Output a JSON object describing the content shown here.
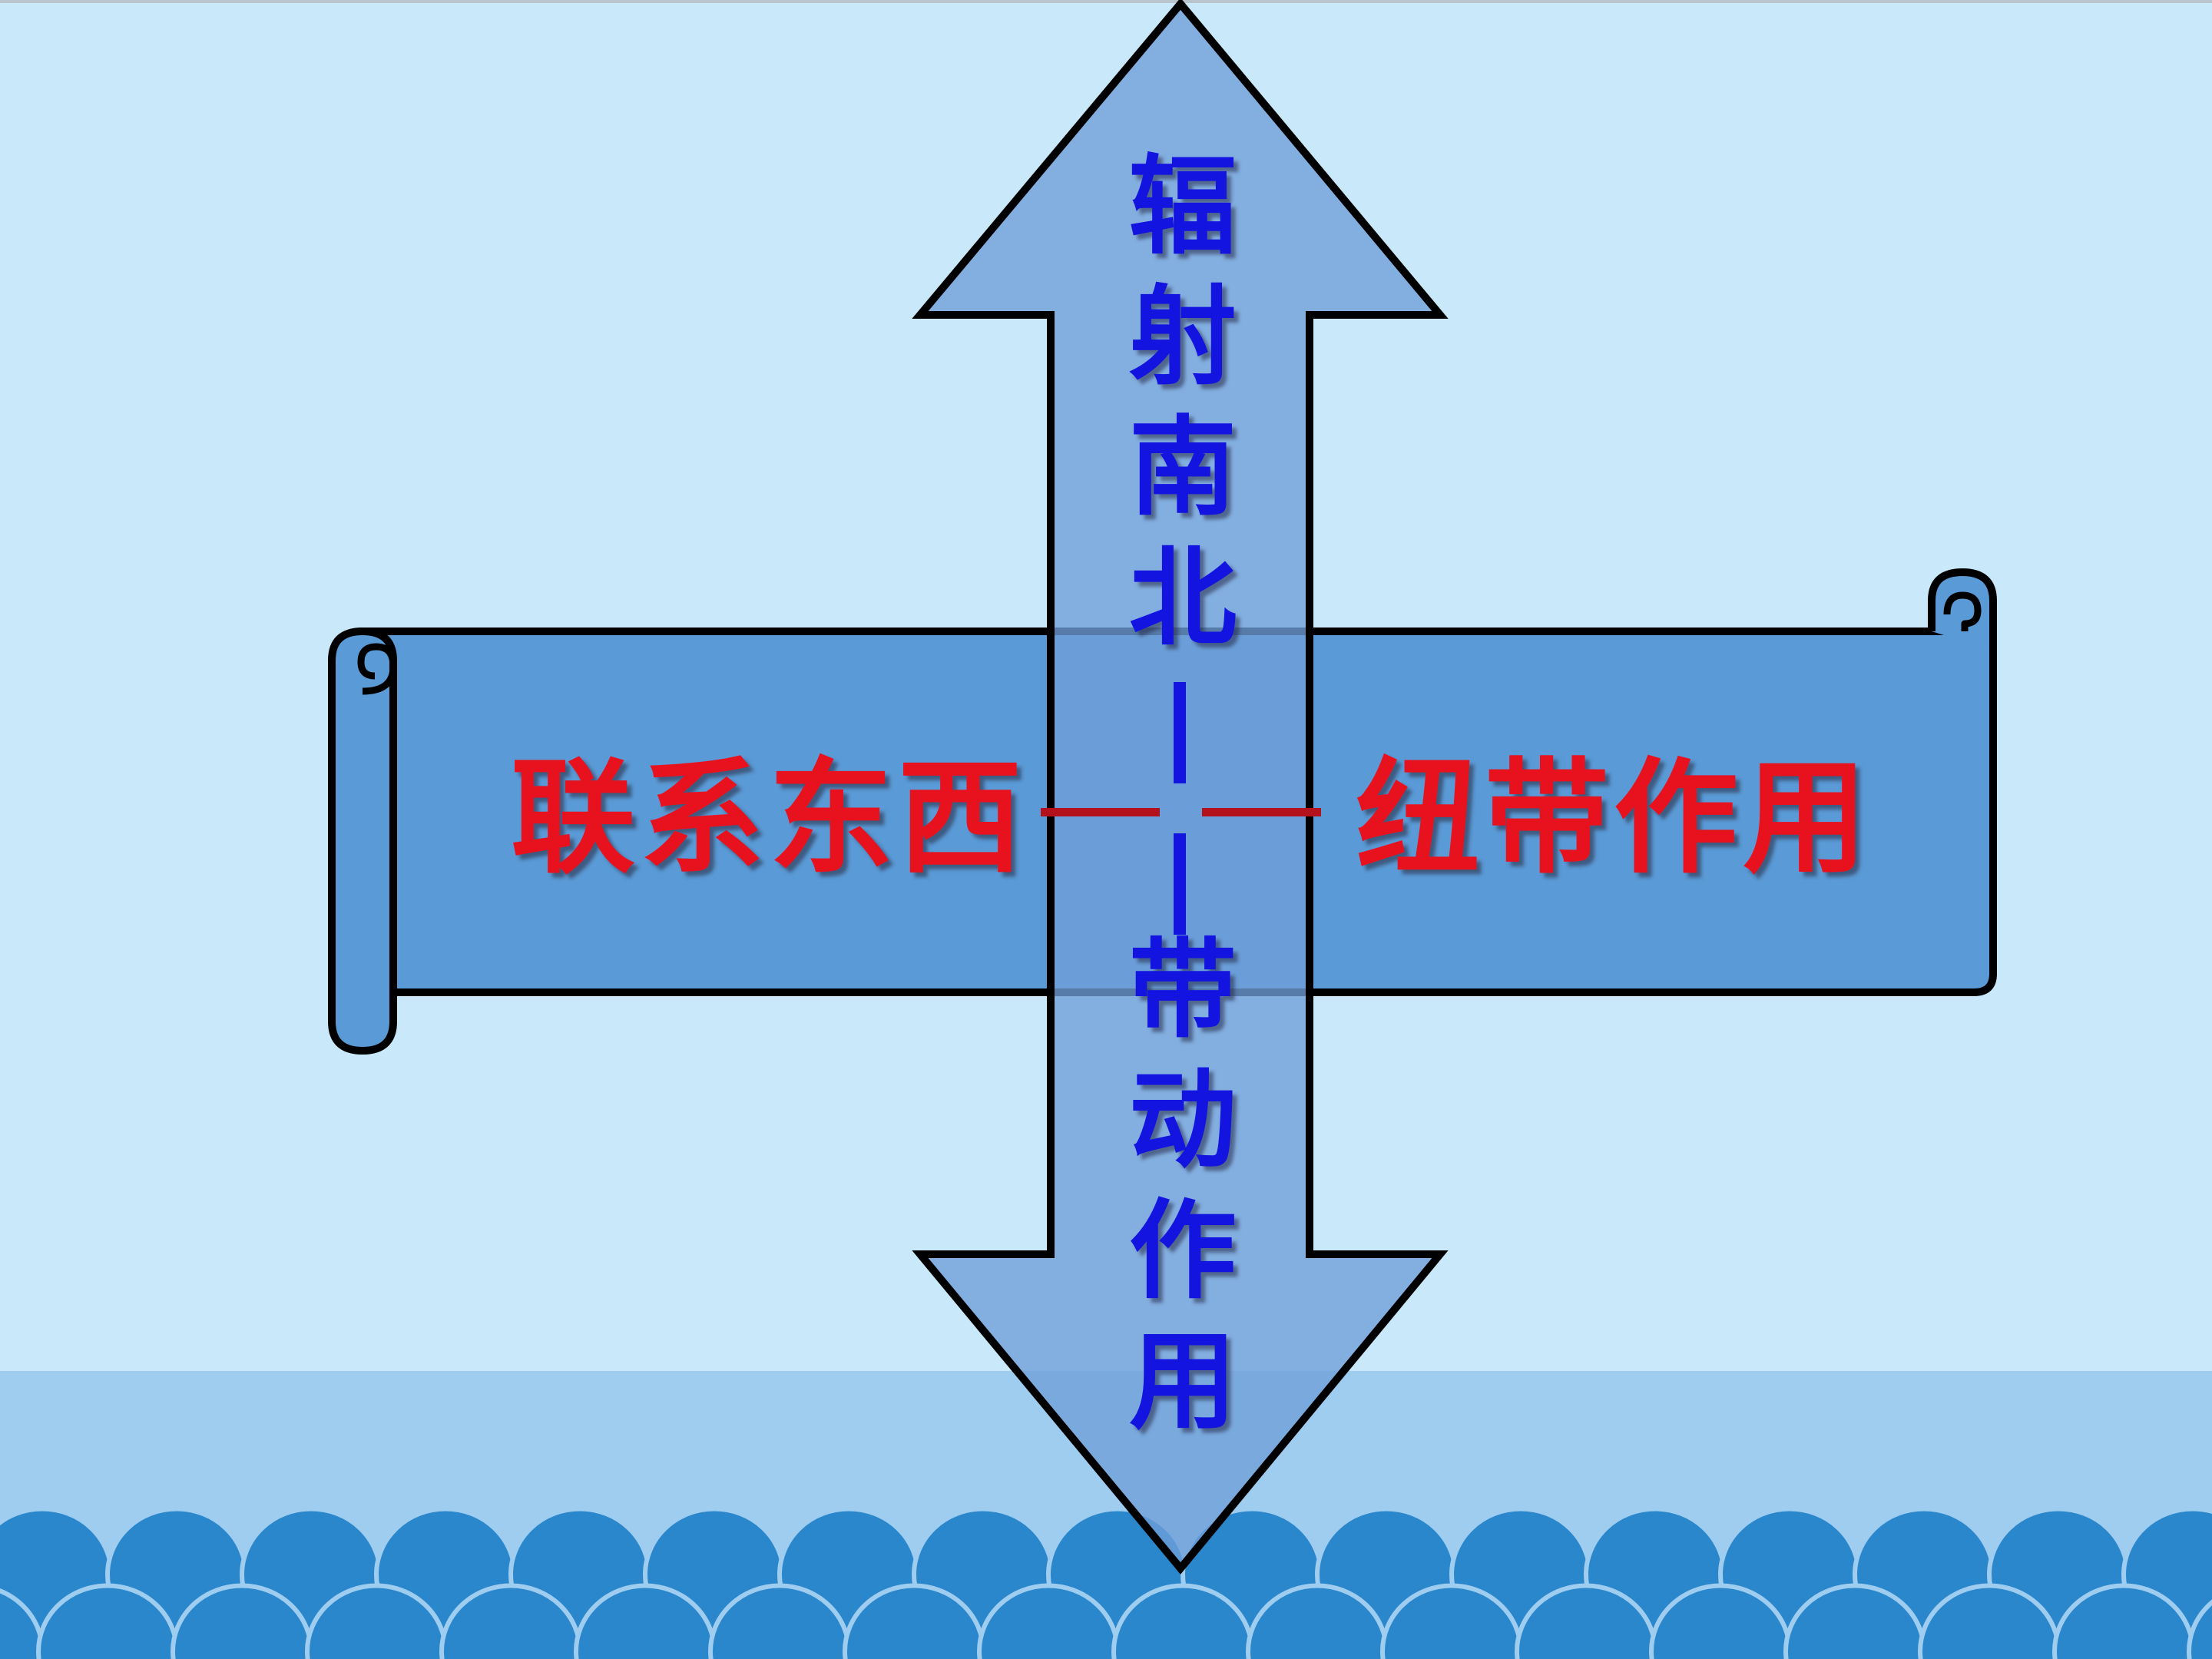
{
  "diagram": {
    "horizontal_left": "联系东西",
    "horizontal_right": "纽带作用",
    "vertical_top": "辐射南北",
    "vertical_bottom": "带动作用",
    "separator": "—"
  },
  "colors": {
    "background": "#c9e8f9",
    "wave_band": "#9fcdf0",
    "wave": "#2b87cc",
    "scroll_fill": "#5a9ad6",
    "arrow_fill": "#7aa8dc",
    "outline": "#000000",
    "horizontal_text": "#e8121f",
    "vertical_text": "#1414e0"
  },
  "icons": {
    "horizontal_shape": "scroll-banner",
    "vertical_shape": "double-headed-arrow",
    "decoration": "wave-pattern"
  }
}
